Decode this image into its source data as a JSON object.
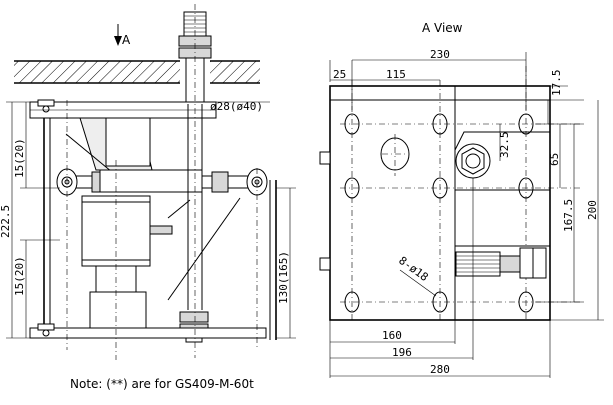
{
  "view_title": "A View",
  "section_marker": "A",
  "note": "Note: (**) are for GS409-M-60t",
  "side_view": {
    "dim_rod": "ø28(ø40)",
    "dim_upper": "15(20)",
    "dim_lower": "15(20)",
    "dim_total": "222.5",
    "dim_right": "130(165)"
  },
  "a_view": {
    "dim_top_left": "25",
    "dim_top_mid": "115",
    "dim_top_total": "230",
    "dim_right_top": "17.5",
    "dim_bolt": "32.5",
    "dim_right_65": "65",
    "dim_right_1675": "167.5",
    "dim_right_200": "200",
    "dim_hole": "8-ø18",
    "dim_bottom_160": "160",
    "dim_bottom_196": "196",
    "dim_bottom_280": "280"
  }
}
